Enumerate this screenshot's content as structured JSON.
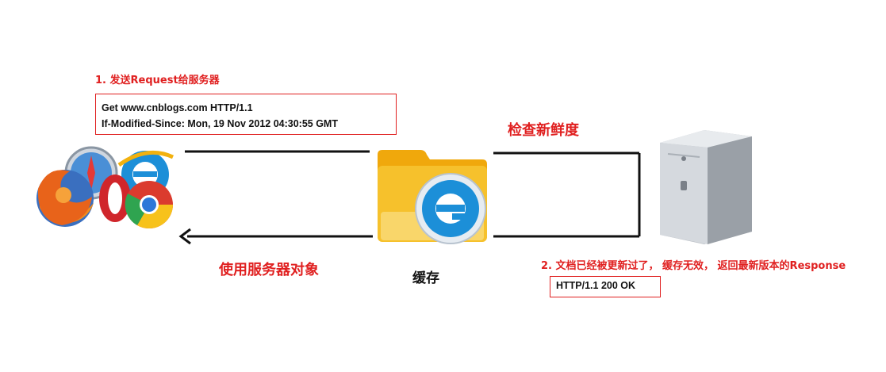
{
  "request": {
    "step_label": "1. 发送Request给服务器",
    "lines": [
      "Get www.cnblogs.com HTTP/1.1",
      "If-Modified-Since: Mon, 19 Nov 2012 04:30:55 GMT"
    ]
  },
  "check_freshness": "检查新鲜度",
  "use_server_object": "使用服务器对象",
  "cache_label": "缓存",
  "response": {
    "step_label": "2. 文档已经被更新过了， 缓存无效， 返回最新版本的Response",
    "line": "HTTP/1.1 200 OK"
  },
  "icons": [
    "browsers-icon",
    "cache-folder-icon",
    "server-icon"
  ],
  "colors": {
    "accent_red": "#e02020",
    "line": "#111111",
    "folder": "#f2b10e",
    "ie_blue": "#1c8fd8"
  }
}
